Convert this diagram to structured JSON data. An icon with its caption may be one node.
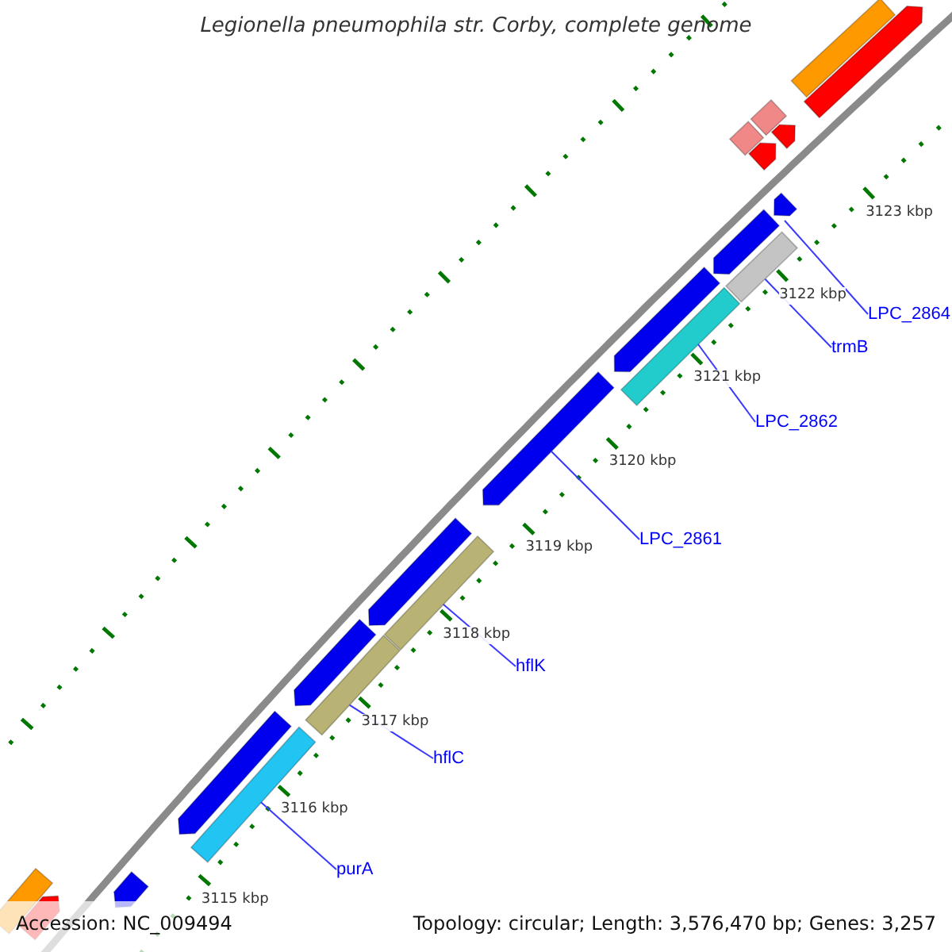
{
  "diagram": {
    "title": "Legionella pneumophila str. Corby, complete genome",
    "nodes": [
      {
        "text": [
          "LPC_2864"
        ]
      },
      {
        "text": [
          "trmB"
        ]
      },
      {
        "text": [
          "LPC_2862"
        ]
      },
      {
        "text": [
          "LPC_2861"
        ]
      },
      {
        "text": [
          "hflK"
        ]
      },
      {
        "text": [
          "hflC"
        ]
      },
      {
        "text": [
          "purA"
        ]
      },
      {
        "text": [],
        "shape": "bar"
      },
      {
        "text": [],
        "shape": "pentagon"
      },
      {
        "text": [],
        "shape": "bar"
      },
      {
        "text": [],
        "shape": "pentagon"
      },
      {
        "text": [],
        "shape": "bar"
      },
      {
        "text": [],
        "shape": "pentagon"
      },
      {
        "text": [],
        "shape": "pentagon"
      },
      {
        "text": [],
        "shape": "bar"
      },
      {
        "text": [],
        "shape": "pentagon"
      },
      {
        "text": [],
        "shape": "bar"
      },
      {
        "text": [],
        "shape": "pentagon"
      },
      {
        "text": [],
        "shape": "pentagon"
      },
      {
        "text": [],
        "shape": "bar"
      },
      {
        "text": [],
        "shape": "pentagon"
      },
      {
        "text": [],
        "shape": "bar"
      },
      {
        "text": [],
        "shape": "pentagon"
      },
      {
        "text": [],
        "shape": "bar"
      },
      {
        "text": [],
        "shape": "pentagon"
      },
      {
        "text": [],
        "shape": "pentagon"
      },
      {
        "text": [],
        "shape": "bar"
      },
      {
        "text": [],
        "shape": "pentagon"
      }
    ],
    "edges": [
      {
        "from": 0,
        "to": 13,
        "arrow": "none"
      },
      {
        "from": 1,
        "to": 14,
        "arrow": "none"
      },
      {
        "from": 2,
        "to": 16,
        "arrow": "none"
      },
      {
        "from": 3,
        "to": 18,
        "arrow": "none"
      },
      {
        "from": 4,
        "to": 19,
        "arrow": "none"
      },
      {
        "from": 5,
        "to": 21,
        "arrow": "none"
      },
      {
        "from": 6,
        "to": 23,
        "arrow": "none"
      }
    ],
    "labels": [
      "3123 kbp",
      "3122 kbp",
      "3121 kbp",
      "3120 kbp",
      "3119 kbp",
      "3118 kbp",
      "3117 kbp",
      "3116 kbp",
      "3115 kbp",
      "Accession: NC_009494",
      "Topology: circular; Length: 3,576,470 bp; Genes: 3,257"
    ]
  }
}
